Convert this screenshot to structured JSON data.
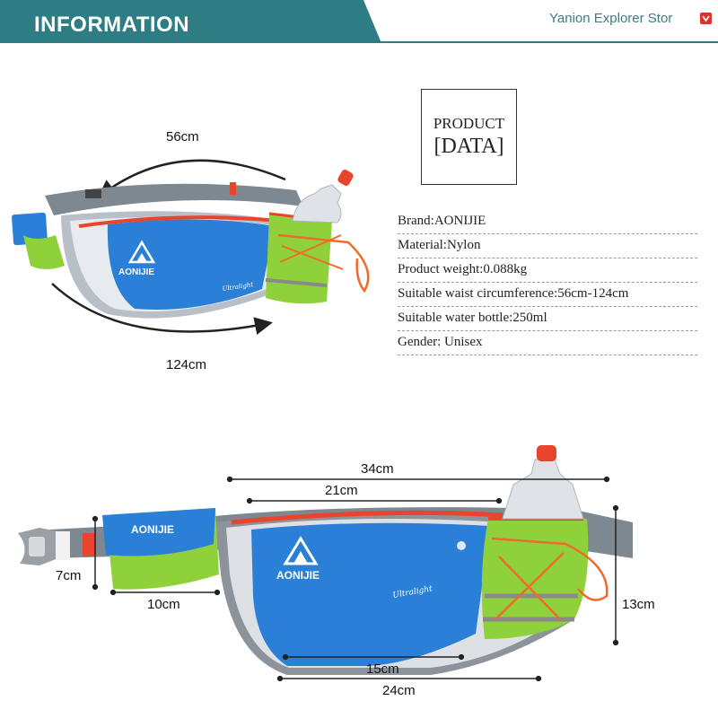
{
  "header": {
    "title": "INFORMATION",
    "store": "Yanion Explorer Stor"
  },
  "product_box": {
    "line1": "PRODUCT",
    "line2": "[DATA]"
  },
  "specs": [
    "Brand:AONIJIE",
    "Material:Nylon",
    "Product weight:0.088kg",
    "Suitable waist circumference:56cm-124cm",
    "Suitable water bottle:250ml",
    "Gender: Unisex"
  ],
  "bag_brand": "AONIJIE",
  "bag_script": "Ultralight",
  "dimensions": {
    "belt_min": "56cm",
    "belt_max": "124cm",
    "width_34": "34cm",
    "width_21": "21cm",
    "height_7": "7cm",
    "width_10": "10cm",
    "height_13": "13cm",
    "width_15": "15cm",
    "width_24": "24cm"
  },
  "colors": {
    "header": "#2f7d84",
    "bag_blue": "#2a7fd6",
    "bag_green": "#8fd13b",
    "zipper_red": "#e8442e",
    "belt_grey": "#7d8891"
  }
}
